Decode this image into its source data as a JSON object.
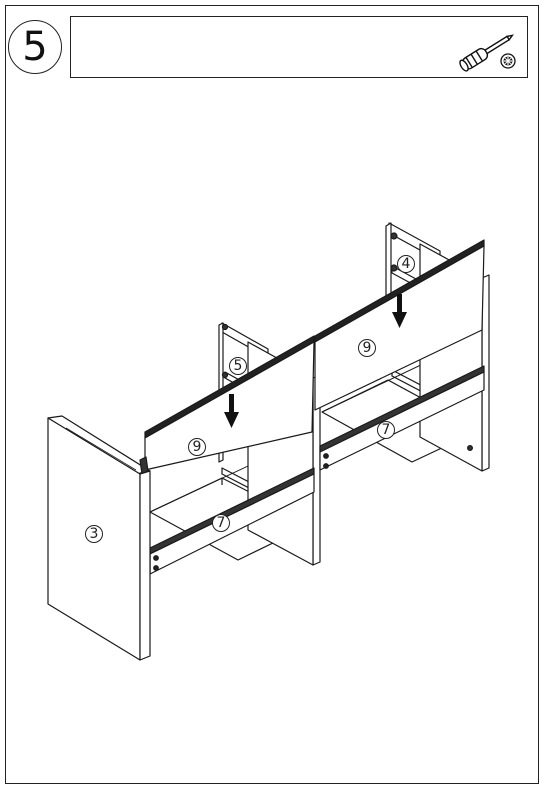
{
  "step": {
    "number": "5"
  },
  "tool": {
    "icon": "screwdriver-icon"
  },
  "parts": [
    {
      "id": "part-3",
      "label": "3"
    },
    {
      "id": "part-4",
      "label": "4"
    },
    {
      "id": "part-5",
      "label": "5"
    },
    {
      "id": "part-7-left",
      "label": "7"
    },
    {
      "id": "part-7-right",
      "label": "7"
    },
    {
      "id": "part-9-left",
      "label": "9"
    },
    {
      "id": "part-9-right",
      "label": "9"
    }
  ]
}
